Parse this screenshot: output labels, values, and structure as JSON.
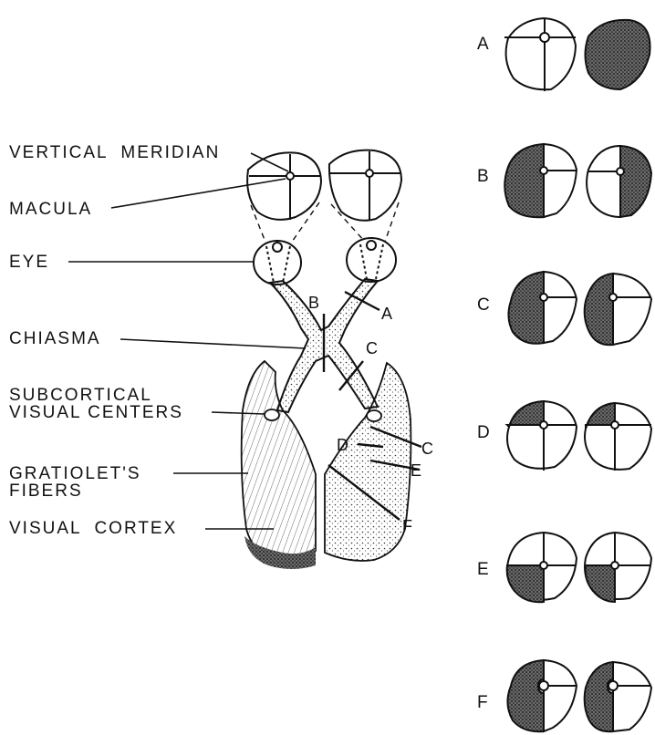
{
  "labels": {
    "vertical_meridian": "VERTICAL  MERIDIAN",
    "macula": "MACULA",
    "eye": "EYE",
    "chiasma": "CHIASMA",
    "subcortical_line1": "SUBCORTICAL",
    "subcortical_line2": "VISUAL CENTERS",
    "gratiolet_line1": "GRATIOLET'S",
    "gratiolet_line2": "FIBERS",
    "visual_cortex": "VISUAL  CORTEX"
  },
  "lesion_sites": [
    "A",
    "B",
    "C",
    "D",
    "E",
    "F"
  ],
  "second_c": "C",
  "visual_field_rows": [
    {
      "label": "A",
      "left_eye": "normal",
      "right_eye": "complete loss"
    },
    {
      "label": "B",
      "left_eye": "temporal half loss",
      "right_eye": "temporal half loss"
    },
    {
      "label": "C",
      "left_eye": "left half loss",
      "right_eye": "left half loss"
    },
    {
      "label": "D",
      "left_eye": "upper left quadrant loss",
      "right_eye": "upper left quadrant loss"
    },
    {
      "label": "E",
      "left_eye": "lower left quadrant loss",
      "right_eye": "lower left quadrant loss"
    },
    {
      "label": "F",
      "left_eye": "left half loss, macula spared",
      "right_eye": "left half loss, macula spared"
    }
  ],
  "colors": {
    "ink": "#111111",
    "shade": "#3a3a3a"
  }
}
